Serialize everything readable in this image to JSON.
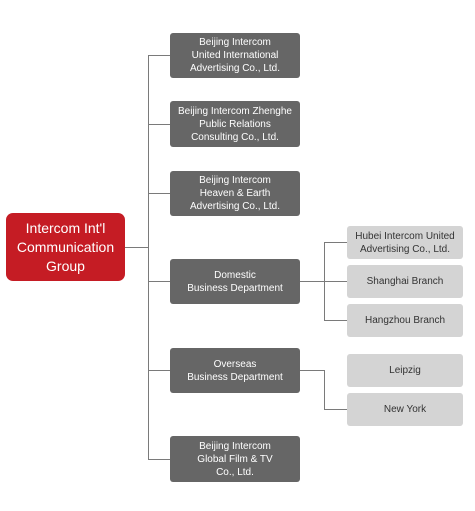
{
  "root": {
    "label": "Intercom Int'l\nCommunication\nGroup"
  },
  "subsidiaries": [
    {
      "label": "Beijing Intercom\nUnited International\nAdvertising Co., Ltd."
    },
    {
      "label": "Beijing Intercom Zhenghe\nPublic Relations\nConsulting Co., Ltd."
    },
    {
      "label": "Beijing Intercom\nHeaven & Earth\nAdvertising Co., Ltd."
    },
    {
      "label": "Domestic\nBusiness Department"
    },
    {
      "label": "Overseas\nBusiness Department"
    },
    {
      "label": "Beijing Intercom\nGlobal Film & TV\nCo., Ltd."
    }
  ],
  "domestic_branches": [
    {
      "label": "Hubei Intercom United\nAdvertising Co., Ltd."
    },
    {
      "label": "Shanghai Branch"
    },
    {
      "label": "Hangzhou Branch"
    }
  ],
  "overseas_branches": [
    {
      "label": "Leipzig"
    },
    {
      "label": "New York"
    }
  ],
  "colors": {
    "root": "#c51c24",
    "mid": "#666666",
    "leaf": "#d4d4d4",
    "connector": "#7a7a7a"
  }
}
